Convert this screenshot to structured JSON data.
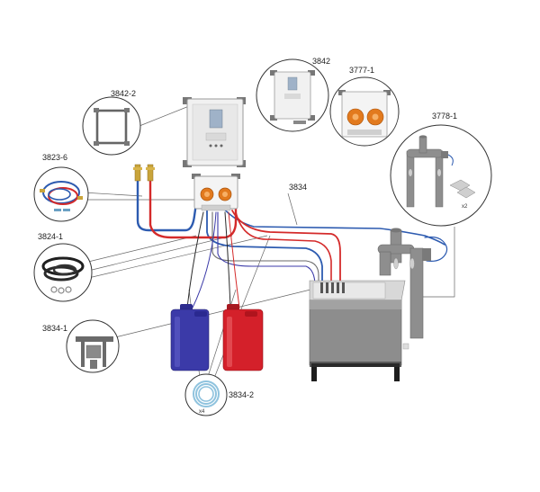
{
  "diagram": {
    "parts": [
      {
        "id": "p3842",
        "label": "3842"
      },
      {
        "id": "p3777",
        "label": "3777-1"
      },
      {
        "id": "p3842_2",
        "label": "3842-2"
      },
      {
        "id": "p3823",
        "label": "3823-6"
      },
      {
        "id": "p3834",
        "label": "3834"
      },
      {
        "id": "p3778",
        "label": "3778-1"
      },
      {
        "id": "p3824",
        "label": "3824-1"
      },
      {
        "id": "p3834_1",
        "label": "3834-1"
      },
      {
        "id": "p3834_2",
        "label": "3834-2"
      }
    ],
    "qty": {
      "bracket": "x2",
      "tubing": "x4"
    }
  },
  "colors": {
    "hot": "#d42a2a",
    "cold": "#2d5bb0",
    "line": "#555555",
    "tank": "#8d8d8d",
    "can_blue": "#3b3aa8",
    "can_red": "#d4202a"
  }
}
